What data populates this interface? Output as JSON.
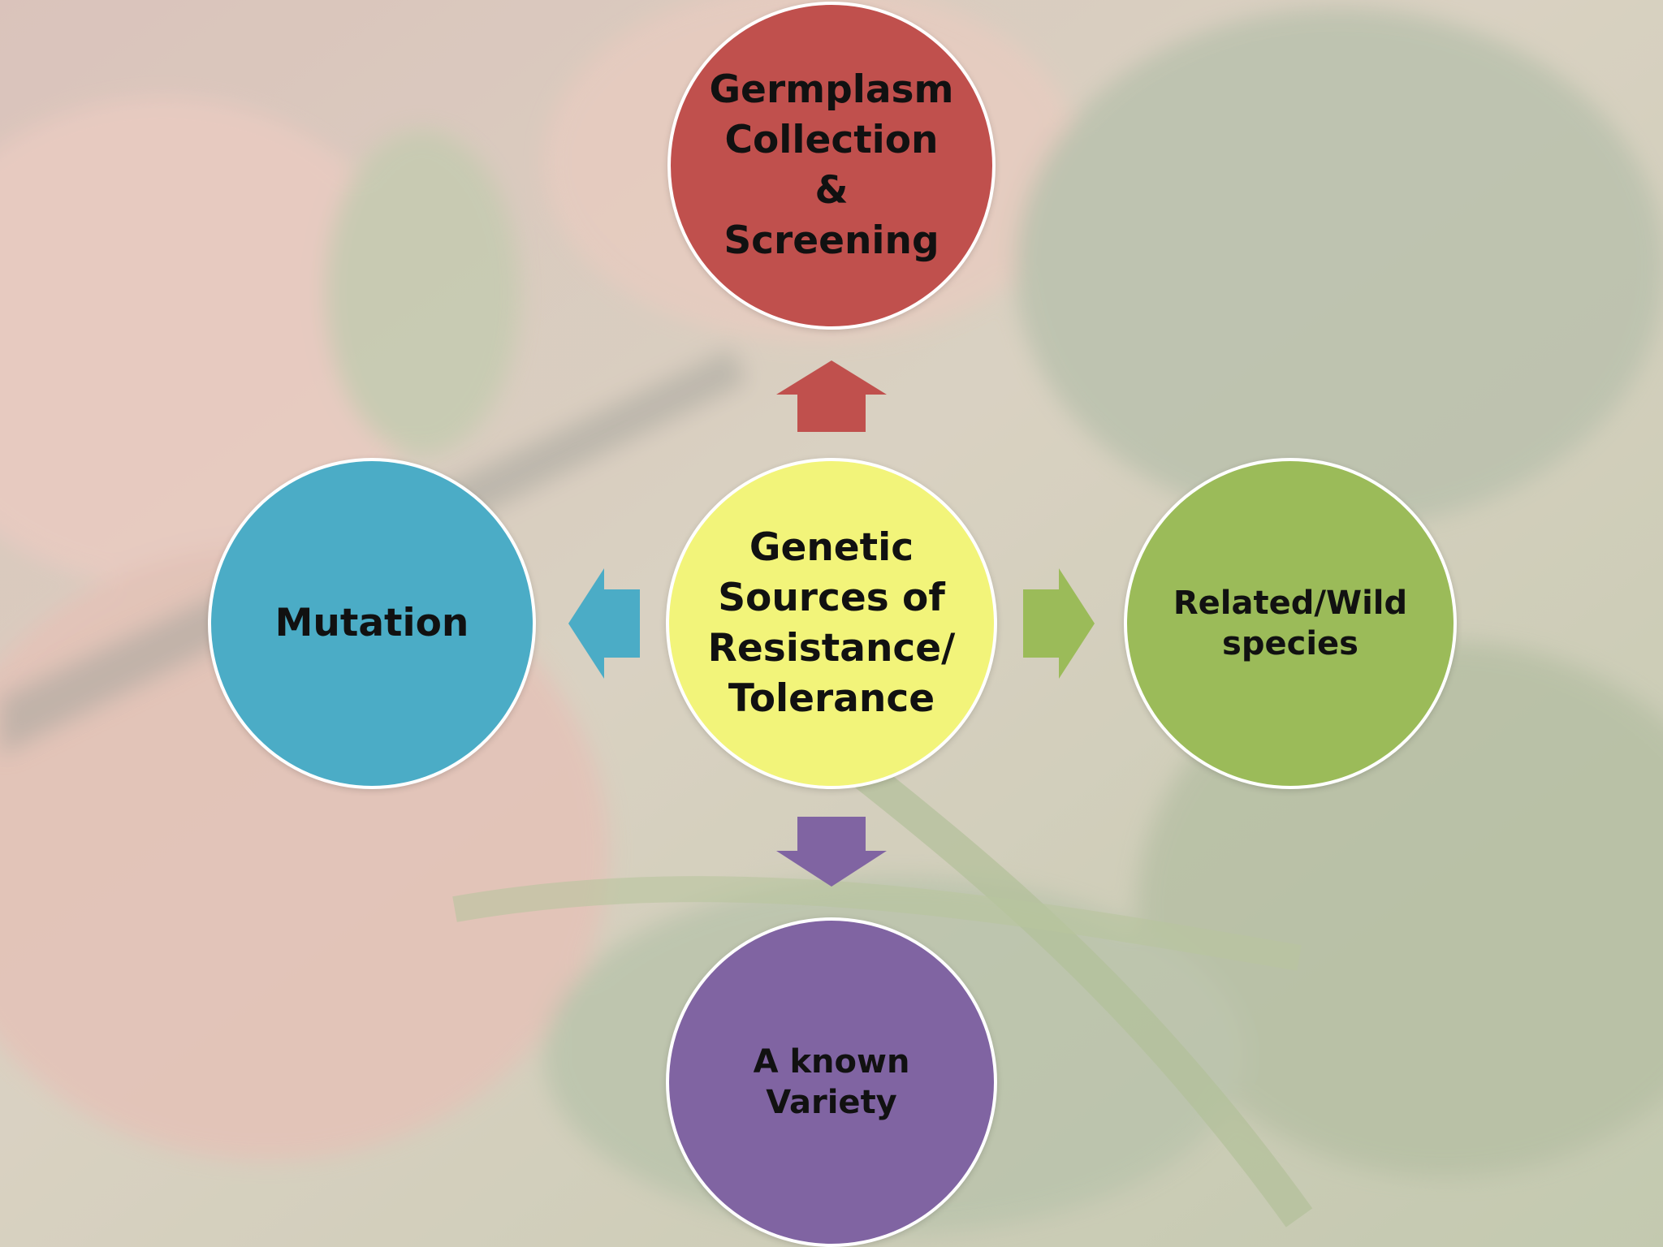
{
  "colors": {
    "center": "#f2f47a",
    "top": "#c0504d",
    "left": "#4bacc6",
    "right": "#9bbb59",
    "bottom": "#8064a2"
  },
  "diagram": {
    "center": {
      "label": "Genetic\nSources of\nResistance/\nTolerance"
    },
    "top": {
      "label": "Germplasm\nCollection\n&\nScreening"
    },
    "left": {
      "label": "Mutation"
    },
    "right": {
      "label": "Related/Wild\nspecies"
    },
    "bottom": {
      "label": "A known\nVariety"
    }
  },
  "background": {
    "description_icon": "plant-photo-icon"
  }
}
